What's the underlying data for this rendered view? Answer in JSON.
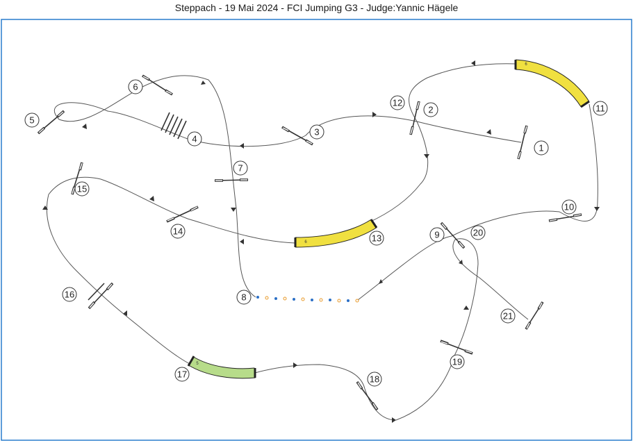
{
  "header": {
    "title": "Steppach - 19 Mai 2024 - FCI Jumping G3 - Judge:Yannic Hägele"
  },
  "colors": {
    "frame": "#1a73c9",
    "tunnel_yellow": "#f0e040",
    "tunnel_green": "#b7dc8a",
    "weave_dot_blue": "#2b6fc6",
    "weave_dot_orange": "#e89a2a"
  },
  "tunnels": {
    "t11": "6",
    "t13": "6",
    "t17": "5"
  },
  "obstacle_numbers": [
    "1",
    "2",
    "3",
    "4",
    "5",
    "6",
    "7",
    "8",
    "9",
    "10",
    "11",
    "12",
    "13",
    "14",
    "15",
    "16",
    "17",
    "18",
    "19",
    "20",
    "21"
  ]
}
